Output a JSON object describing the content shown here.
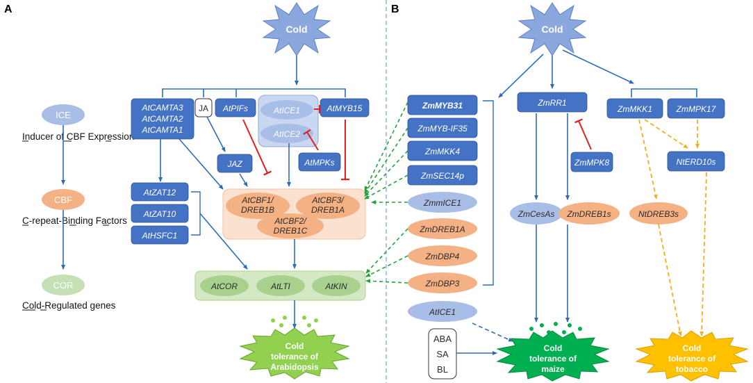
{
  "panels": {
    "a": "A",
    "b": "B"
  },
  "legend": {
    "ice_label": "ICE",
    "ice_desc": "Inducer of CBF Expression",
    "cbf_label": "CBF",
    "cbf_desc": "C-repeat-Binding Factors",
    "cor_label": "COR",
    "cor_desc": "Cold-Regulated genes"
  },
  "panel_a": {
    "cold": "Cold",
    "camta": [
      "AtCAMTA3",
      "AtCAMTA2",
      "AtCAMTA1"
    ],
    "ja": "JA",
    "pifs": "AtPIFs",
    "ice1": "AtICE1",
    "ice2": "AtICE2",
    "myb15": "AtMYB15",
    "jaz": "JAZ",
    "mpks": "AtMPKs",
    "zat12": "AtZAT12",
    "zat10": "AtZAT10",
    "hsfc1": "AtHSFC1",
    "cbf1": [
      "AtCBF1/",
      "DREB1B"
    ],
    "cbf3": [
      "AtCBF3/",
      "DREB1A"
    ],
    "cbf2": [
      "AtCBF2/",
      "DREB1C"
    ],
    "cor": "AtCOR",
    "lti": "AtLTI",
    "kin": "AtKIN",
    "tolerance": [
      "Cold",
      "tolerance of",
      "Arabidopsis"
    ]
  },
  "panel_b": {
    "cold": "Cold",
    "myb31": "ZmMYB31",
    "mybif35": "ZmMYB-IF35",
    "mkk4": "ZmMKK4",
    "sec14p": "ZmSEC14p",
    "mice1": "ZmmICE1",
    "dreb1a": "ZmDREB1A",
    "dbp4": "ZmDBP4",
    "dbp3": "ZmDBP3",
    "atice1": "AtICE1",
    "hormones": [
      "ABA",
      "SA",
      "BL"
    ],
    "rr1": "ZmRR1",
    "mpk8": "ZmMPK8",
    "cesas": "ZmCesAs",
    "dreb1s": "ZmDREB1s",
    "mkk1": "ZmMKK1",
    "mpk17": "ZmMPK17",
    "erd10s": "NtERD10s",
    "dreb3s": "NtDREB3s",
    "tol_maize": [
      "Cold",
      "tolerance of",
      "maize"
    ],
    "tol_tobacco": [
      "Cold",
      "tolerance of",
      "tobacco"
    ]
  },
  "colors": {
    "blue_box": "#4472C4",
    "blue_light": "#A9BEE6",
    "orange": "#F4B183",
    "orange_light": "#FBE1CF",
    "green_light": "#C5E0B4",
    "green_oval": "#A9D18E",
    "green_star": "#92D050",
    "dark_green_star": "#00B050",
    "yellow_star": "#FFC000",
    "arrow_blue": "#2E6DB4",
    "arrow_green": "#22A33A",
    "arrow_red": "#E02020",
    "arrow_yellow": "#F0B020"
  }
}
